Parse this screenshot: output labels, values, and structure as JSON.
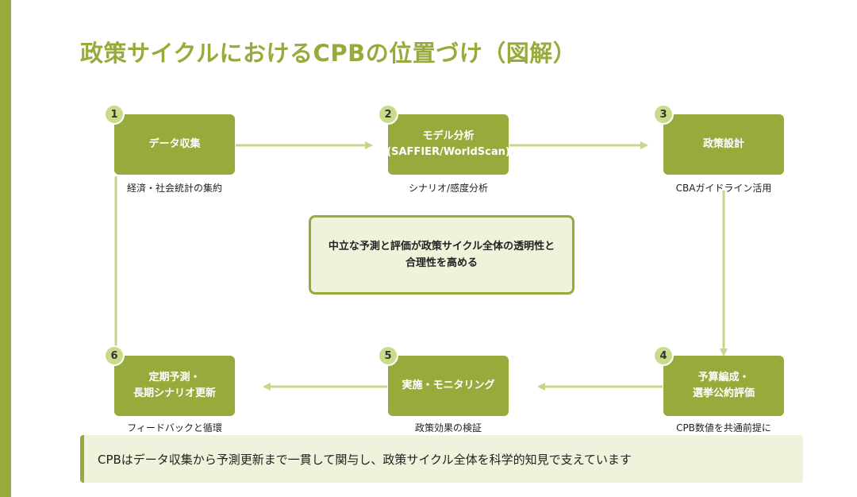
{
  "title": "政策サイクルにおけるCPBの位置づけ（図解）",
  "steps": [
    {
      "number": "1",
      "lines": [
        "データ収集"
      ],
      "caption": "経済・社会統計の集約"
    },
    {
      "number": "2",
      "lines": [
        "モデル分析",
        "(SAFFIER/WorldScan)"
      ],
      "caption": "シナリオ/感度分析"
    },
    {
      "number": "3",
      "lines": [
        "政策設計"
      ],
      "caption": "CBAガイドライン活用"
    },
    {
      "number": "4",
      "lines": [
        "予算編成・",
        "選挙公約評価"
      ],
      "caption": "CPB数値を共通前提に"
    },
    {
      "number": "5",
      "lines": [
        "実施・モニタリング"
      ],
      "caption": "政策効果の検証"
    },
    {
      "number": "6",
      "lines": [
        "定期予測・",
        "長期シナリオ更新"
      ],
      "caption": "フィードバックと循環"
    }
  ],
  "center": {
    "lines": [
      "中立な予測と評価が政策サイクル全体の透明性と",
      "合理性を高める"
    ]
  },
  "summary": "CPBはデータ収集から予測更新まで一貫して関与し、政策サイクル全体を科学的知見で支えています",
  "colors": {
    "accent": "#97ab3d",
    "arrow": "#c3d78a",
    "badge": "#c8dc8a",
    "panel": "#eef3dc"
  }
}
